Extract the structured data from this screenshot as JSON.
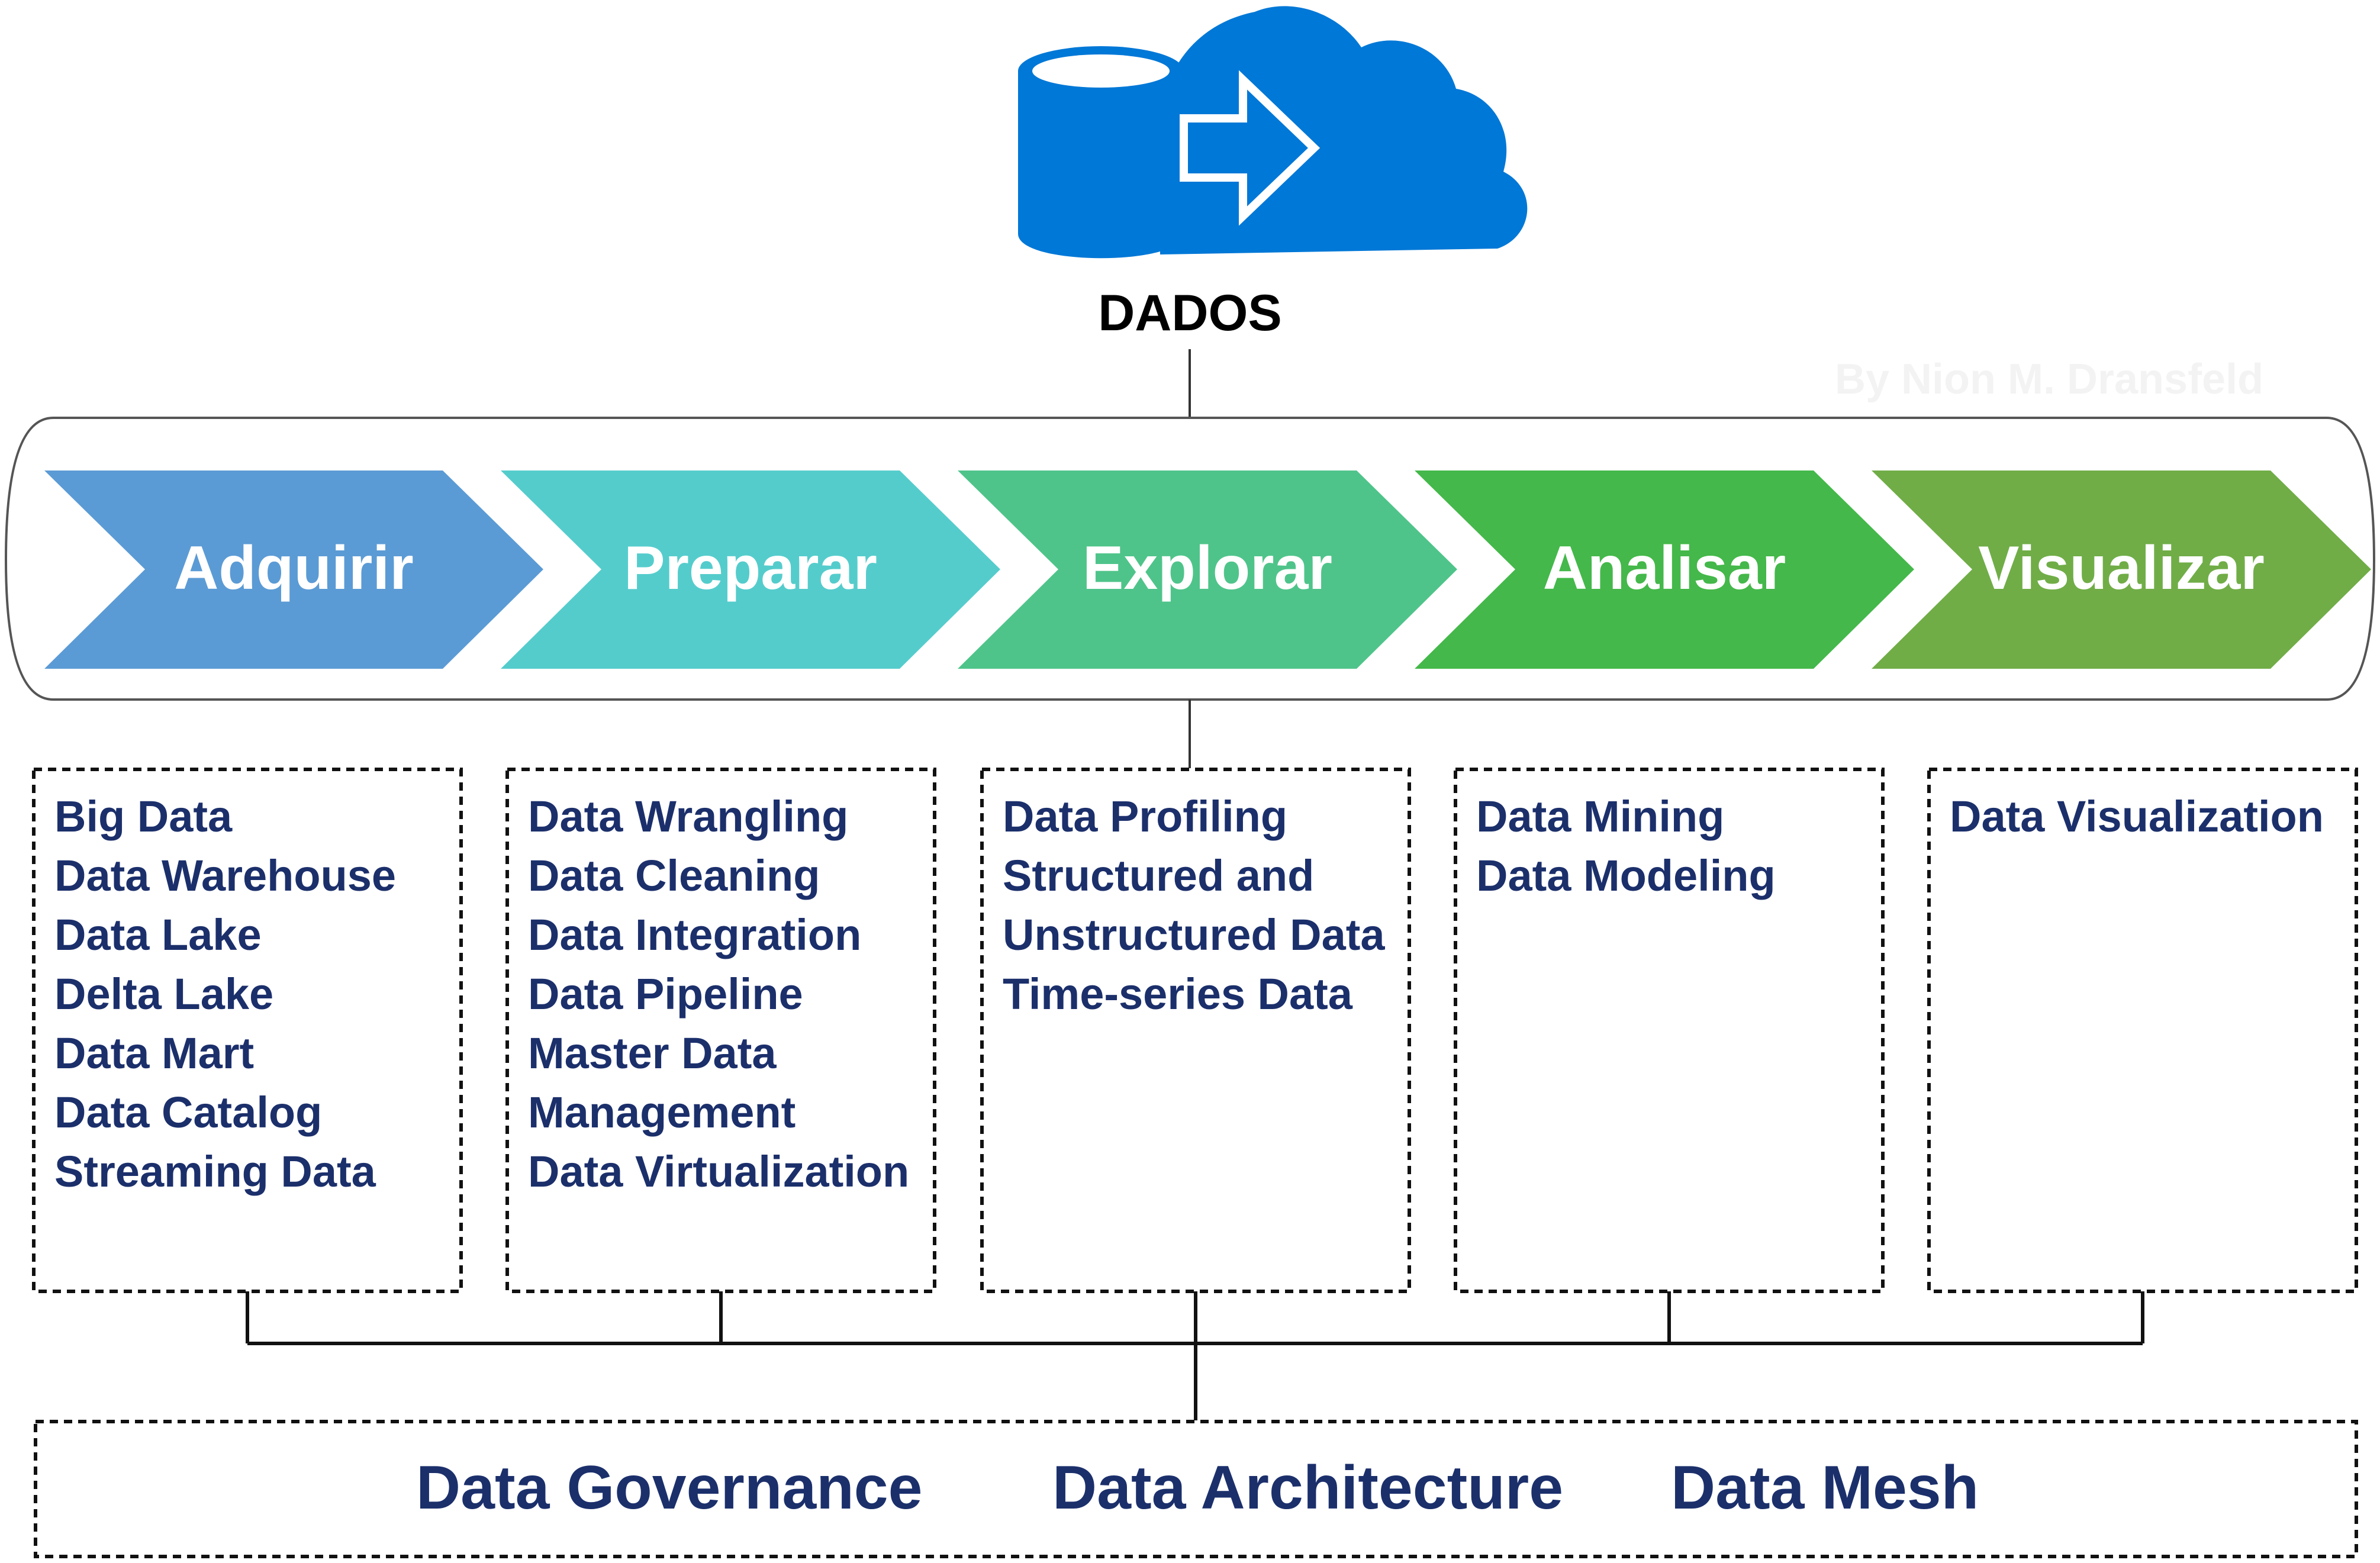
{
  "header": {
    "title": "DADOS",
    "credit": "By Nion M. Dransfeld"
  },
  "colors": {
    "cloud": "#0078d7",
    "step_1": "#5b9bd5",
    "step_2": "#55cccc",
    "step_3": "#4fc48a",
    "step_4": "#44b84a",
    "step_5": "#70ad47",
    "item_text": "#1b2f6b"
  },
  "icons": {
    "logo": "database-cloud-arrow-icon"
  },
  "steps": [
    {
      "label": "Adquirir"
    },
    {
      "label": "Preparar"
    },
    {
      "label": "Explorar"
    },
    {
      "label": "Analisar"
    },
    {
      "label": "Visualizar"
    }
  ],
  "boxes": [
    {
      "items": [
        "Big Data",
        "Data Warehouse",
        "Data Lake",
        "Delta Lake",
        "Data Mart",
        "Data Catalog",
        "Streaming Data"
      ]
    },
    {
      "items": [
        "Data Wrangling",
        "Data Cleaning",
        "Data Integration",
        "Data Pipeline",
        "Master Data",
        "Management",
        "Data Virtualization"
      ]
    },
    {
      "items": [
        "Data Profiling",
        "Structured and",
        "Unstructured Data",
        "Time-series Data"
      ]
    },
    {
      "items": [
        "Data Mining",
        "Data Modeling"
      ]
    },
    {
      "items": [
        "Data Visualization"
      ]
    }
  ],
  "foundation": {
    "items": [
      "Data Governance",
      "Data Architecture",
      "Data Mesh"
    ]
  }
}
